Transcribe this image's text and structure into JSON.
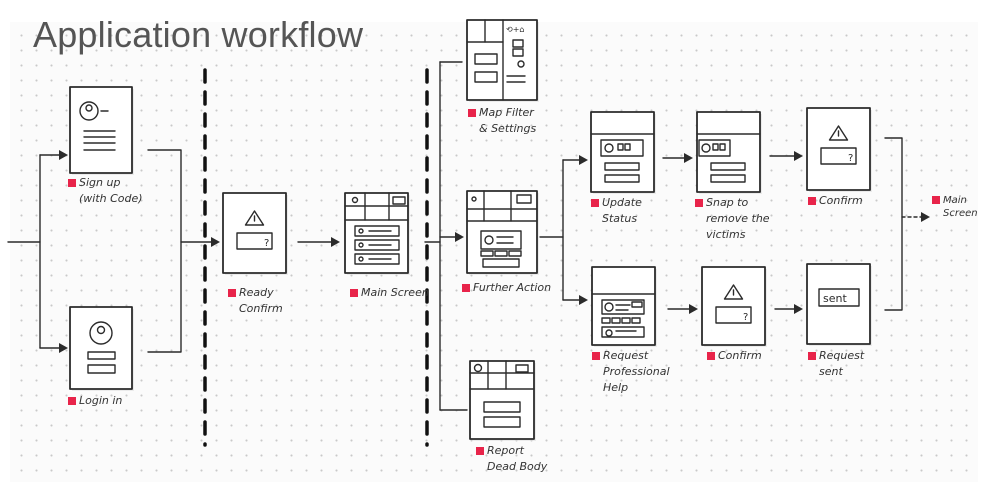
{
  "title": "Application workflow",
  "colors": {
    "ink": "#2b2b2b",
    "marker": "#e8244a",
    "title": "#555555"
  },
  "screens": [
    {
      "id": "signup",
      "label": [
        "Sign up",
        "(with Code)"
      ],
      "icon": "avatar-form"
    },
    {
      "id": "login",
      "label": [
        "Login in"
      ],
      "icon": "avatar-login"
    },
    {
      "id": "ready-confirm",
      "label": [
        "Ready",
        "Confirm"
      ],
      "icon": "warning-dialog"
    },
    {
      "id": "main-screen",
      "label": [
        "Main Screen"
      ],
      "icon": "map-list"
    },
    {
      "id": "map-filter",
      "label": [
        "Map Filter",
        "& Settings"
      ],
      "icon": "map-settings"
    },
    {
      "id": "further-action",
      "label": [
        "Further Action"
      ],
      "icon": "map-card"
    },
    {
      "id": "report-dead-body",
      "label": [
        "Report",
        "Dead Body"
      ],
      "icon": "map-form"
    },
    {
      "id": "update-status",
      "label": [
        "Update",
        "Status"
      ],
      "icon": "profile-form"
    },
    {
      "id": "snap-remove",
      "label": [
        "Snap to",
        "remove the",
        "victims"
      ],
      "icon": "profile-form-small"
    },
    {
      "id": "confirm-top",
      "label": [
        "Confirm"
      ],
      "icon": "warning-dialog"
    },
    {
      "id": "request-help",
      "label": [
        "Request",
        "Professional",
        "Help"
      ],
      "icon": "professional-list"
    },
    {
      "id": "confirm-bottom",
      "label": [
        "Confirm"
      ],
      "icon": "warning-dialog"
    },
    {
      "id": "request-sent",
      "label": [
        "Request",
        "sent"
      ],
      "icon": "sent-dialog",
      "text": "sent"
    }
  ],
  "terminal": {
    "label": [
      "Main",
      "Screen"
    ]
  },
  "flows": [
    [
      "entry",
      "signup"
    ],
    [
      "entry",
      "login"
    ],
    [
      "signup",
      "ready-confirm"
    ],
    [
      "login",
      "ready-confirm"
    ],
    [
      "ready-confirm",
      "main-screen"
    ],
    [
      "main-screen",
      "map-filter"
    ],
    [
      "main-screen",
      "further-action"
    ],
    [
      "main-screen",
      "report-dead-body"
    ],
    [
      "further-action",
      "update-status"
    ],
    [
      "further-action",
      "request-help"
    ],
    [
      "update-status",
      "snap-remove"
    ],
    [
      "snap-remove",
      "confirm-top"
    ],
    [
      "request-help",
      "confirm-bottom"
    ],
    [
      "confirm-bottom",
      "request-sent"
    ],
    [
      "confirm-top",
      "terminal"
    ],
    [
      "request-sent",
      "terminal"
    ]
  ],
  "section_dividers": 2
}
